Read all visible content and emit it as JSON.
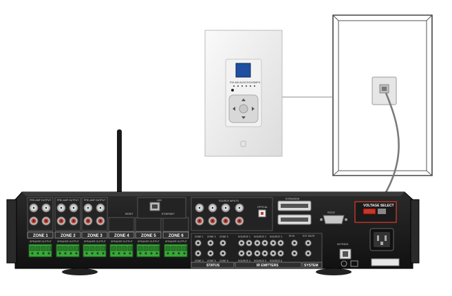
{
  "receiver": {
    "zones": [
      {
        "label": "ZONE 1",
        "sublabel": "SPEAKER OUTPUT",
        "top_label": "PRE-AMP OUTPUT"
      },
      {
        "label": "ZONE 2",
        "sublabel": "SPEAKER OUTPUT",
        "top_label": "PRE-AMP OUTPUT"
      },
      {
        "label": "ZONE 3",
        "sublabel": "SPEAKER OUTPUT",
        "top_label": "PRE-AMP OUTPUT"
      },
      {
        "label": "ZONE 4",
        "sublabel": "SPEAKER OUTPUT",
        "top_label": ""
      },
      {
        "label": "ZONE 5",
        "sublabel": "SPEAKER OUTPUT",
        "top_label": ""
      },
      {
        "label": "ZONE 6",
        "sublabel": "SPEAKER OUTPUT",
        "top_label": ""
      }
    ],
    "lan_label": "LAN",
    "ethernet_label": "ETHERNET",
    "reset_label": "RESET",
    "source_inputs_label": "SOURCE INPUTS",
    "optical_label": "OPTICAL",
    "expansion_label": "EXPANSION",
    "rs232_label": "RS232",
    "voltage_select_label": "VOLTAGE SELECT",
    "keypads_label": "KEYPADS",
    "status_label": "STATUS",
    "ir_emitters_label": "IR EMITTERS",
    "ir_in_label": "IR IN",
    "system_label": "SYSTEM",
    "ext_mute_label": "EXT MUTE",
    "status_top": [
      "ZONE 1",
      "ZONE 2",
      "ZONE 3"
    ],
    "status_bottom": [
      "ZONE 4",
      "ZONE 5",
      "ZONE 6"
    ],
    "ir_top": [
      "SOURCE 1",
      "SOURCE 2",
      "SOURCE 3"
    ],
    "ir_bottom": [
      "SOURCE 4",
      "SOURCE 5",
      "SOURCE 6"
    ]
  },
  "keypad": {
    "indicator_labels": [
      "FM",
      "AM",
      "AUX",
      "CD",
      "DVD",
      "MP3"
    ]
  },
  "colors": {
    "chassis": "#1c1c1c",
    "terminal_green": "#3aa83a",
    "rca_red": "#c0392b",
    "lcd_blue": "#1e4fa0",
    "wire": "#8a8a8a"
  }
}
